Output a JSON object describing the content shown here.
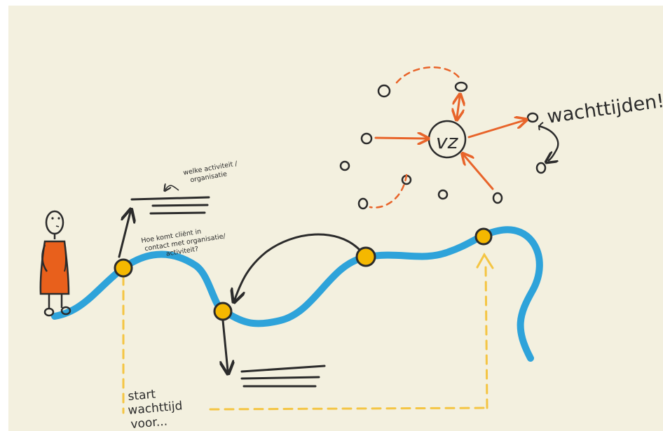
{
  "labels": {
    "wachttijden": "wachttijden!",
    "hub": "vz",
    "welke_line1": "welke activiteit /",
    "welke_line2": "organisatie",
    "hoe_line1": "Hoe komt cliënt in",
    "hoe_line2": "contact met organisatie/",
    "hoe_line3": "activiteit?",
    "start_line1": "start",
    "start_line2": "wachttijd",
    "start_line3": "voor..."
  },
  "colors": {
    "paper": "#f3f0df",
    "path": "#2ea3da",
    "node": "#f5b800",
    "ink": "#2b2b2b",
    "arrow_orange": "#e8642a",
    "dashed_yellow": "#f4c543",
    "person": "#e8601c"
  }
}
